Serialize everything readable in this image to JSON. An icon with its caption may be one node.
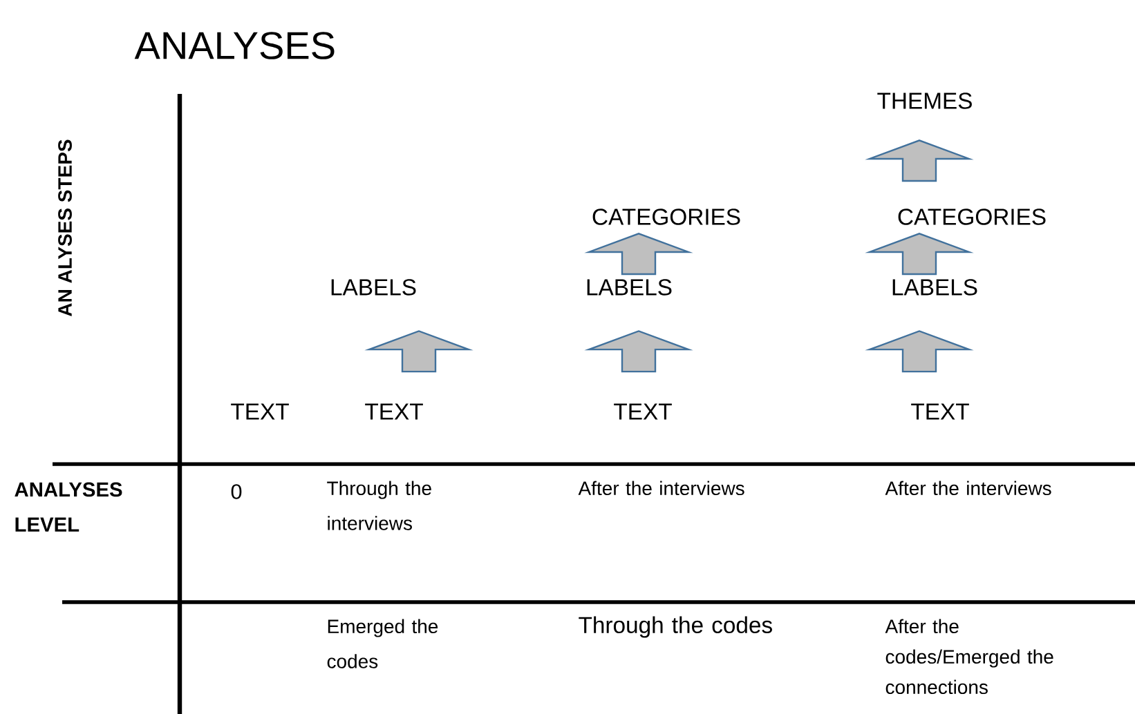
{
  "diagram": {
    "title": "ANALYSES",
    "nodes": [
      {
        "text": [
          "TEXT"
        ]
      },
      {
        "text": [
          "TEXT"
        ]
      },
      {
        "text": [
          "LABELS"
        ]
      },
      {
        "text": [
          "TEXT"
        ]
      },
      {
        "text": [
          "LABELS"
        ]
      },
      {
        "text": [
          "CATEGORIES"
        ]
      },
      {
        "text": [
          "TEXT"
        ]
      },
      {
        "text": [
          "LABELS"
        ]
      },
      {
        "text": [
          "CATEGORIES"
        ]
      },
      {
        "text": [
          "THEMES"
        ]
      }
    ],
    "edges": [
      {
        "from": 1,
        "to": 2,
        "arrow": "to"
      },
      {
        "from": 3,
        "to": 4,
        "arrow": "to"
      },
      {
        "from": 4,
        "to": 5,
        "arrow": "to"
      },
      {
        "from": 6,
        "to": 7,
        "arrow": "to"
      },
      {
        "from": 7,
        "to": 8,
        "arrow": "to"
      },
      {
        "from": 8,
        "to": 9,
        "arrow": "to"
      }
    ],
    "labels": [
      "AN ALYSES  STEPS",
      "ANALYSES LEVEL",
      "0",
      "Through the interviews",
      "After the interviews",
      "After the interviews",
      "Emerged the codes",
      "Through the codes",
      "After the codes/Emerged the connections"
    ]
  }
}
